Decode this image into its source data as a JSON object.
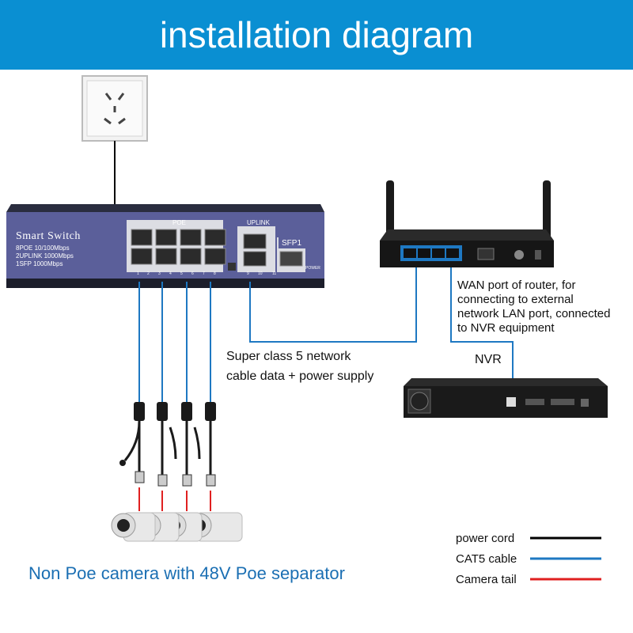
{
  "title": "installation diagram",
  "switch": {
    "brand": "Smart Switch",
    "specs": [
      "8POE 10/100Mbps",
      "2UPLINK 1000Mbps",
      "1SFP 1000Mbps"
    ],
    "poe_label": "POE",
    "uplink_label": "UPLINK",
    "sfp_label": "SFP1",
    "port_numbers": [
      "1",
      "2",
      "3",
      "4",
      "5",
      "6",
      "7",
      "8",
      "9",
      "10",
      "11"
    ],
    "power_label": "POWER"
  },
  "labels": {
    "cable_line1": "Super class 5 network",
    "cable_line2": "cable data + power supply",
    "wan_note": [
      "WAN port of router, for",
      "connecting to external",
      "network LAN port, connected",
      "to NVR equipment"
    ],
    "nvr": "NVR",
    "footer": "Non Poe camera with 48V Poe separator"
  },
  "legend": [
    {
      "label": "power cord",
      "color": "#000000"
    },
    {
      "label": "CAT5 cable",
      "color": "#1e78c2"
    },
    {
      "label": "Camera tail",
      "color": "#e02020"
    }
  ],
  "colors": {
    "banner": "#0a8fd2",
    "cat5": "#1e78c2",
    "camera_tail": "#e02020",
    "switch_face": "#5b5f9a"
  }
}
